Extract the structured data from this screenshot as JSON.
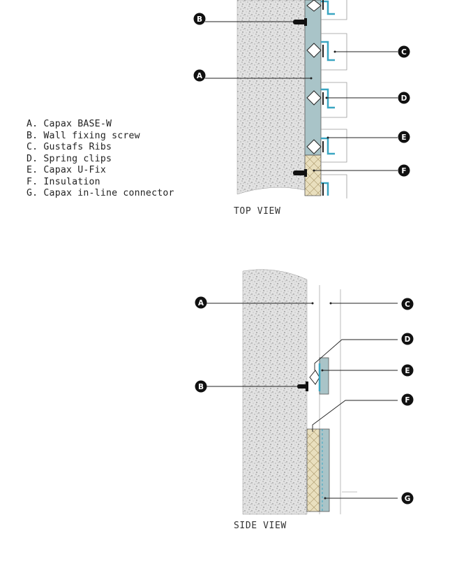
{
  "legend": [
    {
      "letter": "A",
      "text": "A. Capax BASE-W"
    },
    {
      "letter": "B",
      "text": "B. Wall fixing screw"
    },
    {
      "letter": "C",
      "text": "C. Gustafs Ribs"
    },
    {
      "letter": "D",
      "text": "D. Spring clips"
    },
    {
      "letter": "E",
      "text": "E. Capax U-Fix"
    },
    {
      "letter": "F",
      "text": "F. Insulation"
    },
    {
      "letter": "G",
      "text": "G. Capax in-line connector"
    }
  ],
  "views": {
    "top": {
      "title": "TOP VIEW",
      "callouts": [
        "B",
        "A",
        "C",
        "D",
        "E",
        "F"
      ]
    },
    "side": {
      "title": "SIDE VIEW",
      "callouts": [
        "A",
        "C",
        "D",
        "E",
        "B",
        "F",
        "G"
      ]
    }
  },
  "colors": {
    "concrete": "#d6d6d6",
    "base_panel": "#a9c4c8",
    "u_fix": "#3aa6c2",
    "insulation": "#e9dfbe",
    "line": "#222222"
  }
}
